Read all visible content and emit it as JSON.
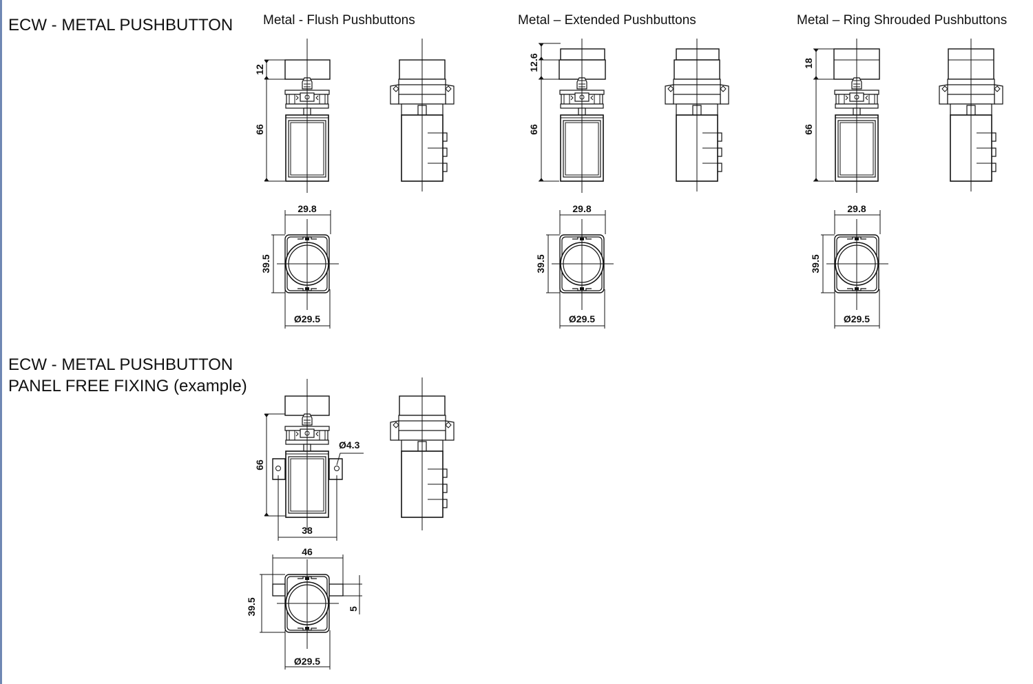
{
  "section1": {
    "title": "ECW - METAL PUSHBUTTON"
  },
  "section2": {
    "title_line1": "ECW - METAL PUSHBUTTON",
    "title_line2": "PANEL FREE FIXING (example)"
  },
  "columns": [
    {
      "title": "Metal - Flush Pushbuttons",
      "dim_top": "12",
      "dim_body": "66",
      "dim_width": "29.8",
      "dim_height": "39.5",
      "dim_diameter": "Ø29.5"
    },
    {
      "title": "Metal – Extended Pushbuttons",
      "dim_top": "12.6",
      "dim_body": "66",
      "dim_width": "29.8",
      "dim_height": "39.5",
      "dim_diameter": "Ø29.5"
    },
    {
      "title": "Metal – Ring Shrouded Pushbuttons",
      "dim_top": "18",
      "dim_body": "66",
      "dim_width": "29.8",
      "dim_height": "39.5",
      "dim_diameter": "Ø29.5"
    }
  ],
  "panel": {
    "dim_body": "66",
    "dim_hole": "Ø4.3",
    "dim_bracket_width": "38",
    "dim_overall_width": "46",
    "dim_height": "39.5",
    "dim_tab": "5",
    "dim_diameter": "Ø29.5"
  }
}
